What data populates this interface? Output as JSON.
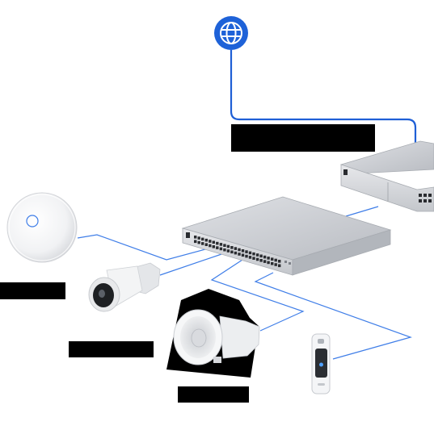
{
  "colors": {
    "background": "#ffffff",
    "link_line": "#3f7ee8",
    "internet_line": "#1f5fd6",
    "globe": "#1e62d8",
    "device_silver": "#c9ccd1",
    "redaction": "#000000"
  },
  "icons": {
    "internet": "globe-icon",
    "gateway": "gateway-rack-device",
    "switch": "network-switch-device",
    "access_point": "wireless-access-point-device",
    "camera": "bullet-camera-device",
    "speaker": "horn-speaker-device",
    "intercom": "intercom-reader-device"
  },
  "labels": {
    "gateway": "",
    "access_point": "",
    "camera": "",
    "speaker": ""
  }
}
